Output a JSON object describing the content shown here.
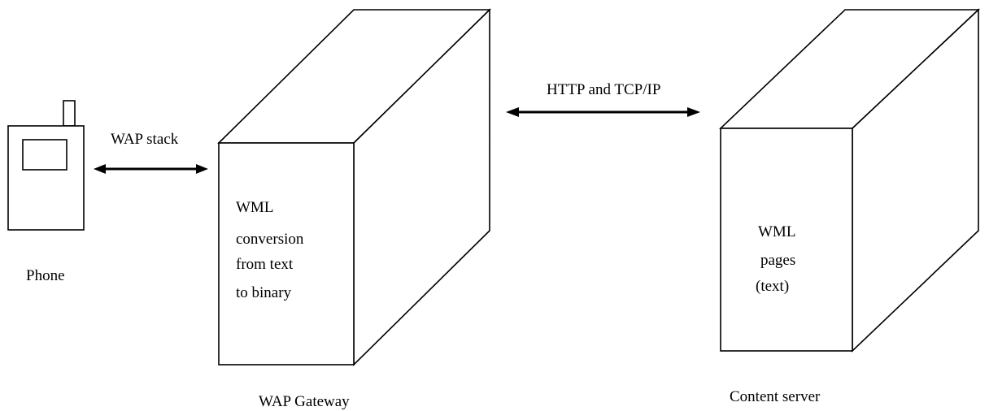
{
  "diagram": {
    "phone": {
      "label": "Phone"
    },
    "gateway": {
      "label": "WAP Gateway",
      "face_lines": [
        "WML",
        "conversion",
        "from text",
        "to binary"
      ]
    },
    "server": {
      "label": "Content server",
      "face_lines": [
        "WML",
        "pages",
        "(text)"
      ]
    },
    "links": {
      "phone_gateway": "WAP stack",
      "gateway_server": "HTTP and TCP/IP"
    }
  }
}
